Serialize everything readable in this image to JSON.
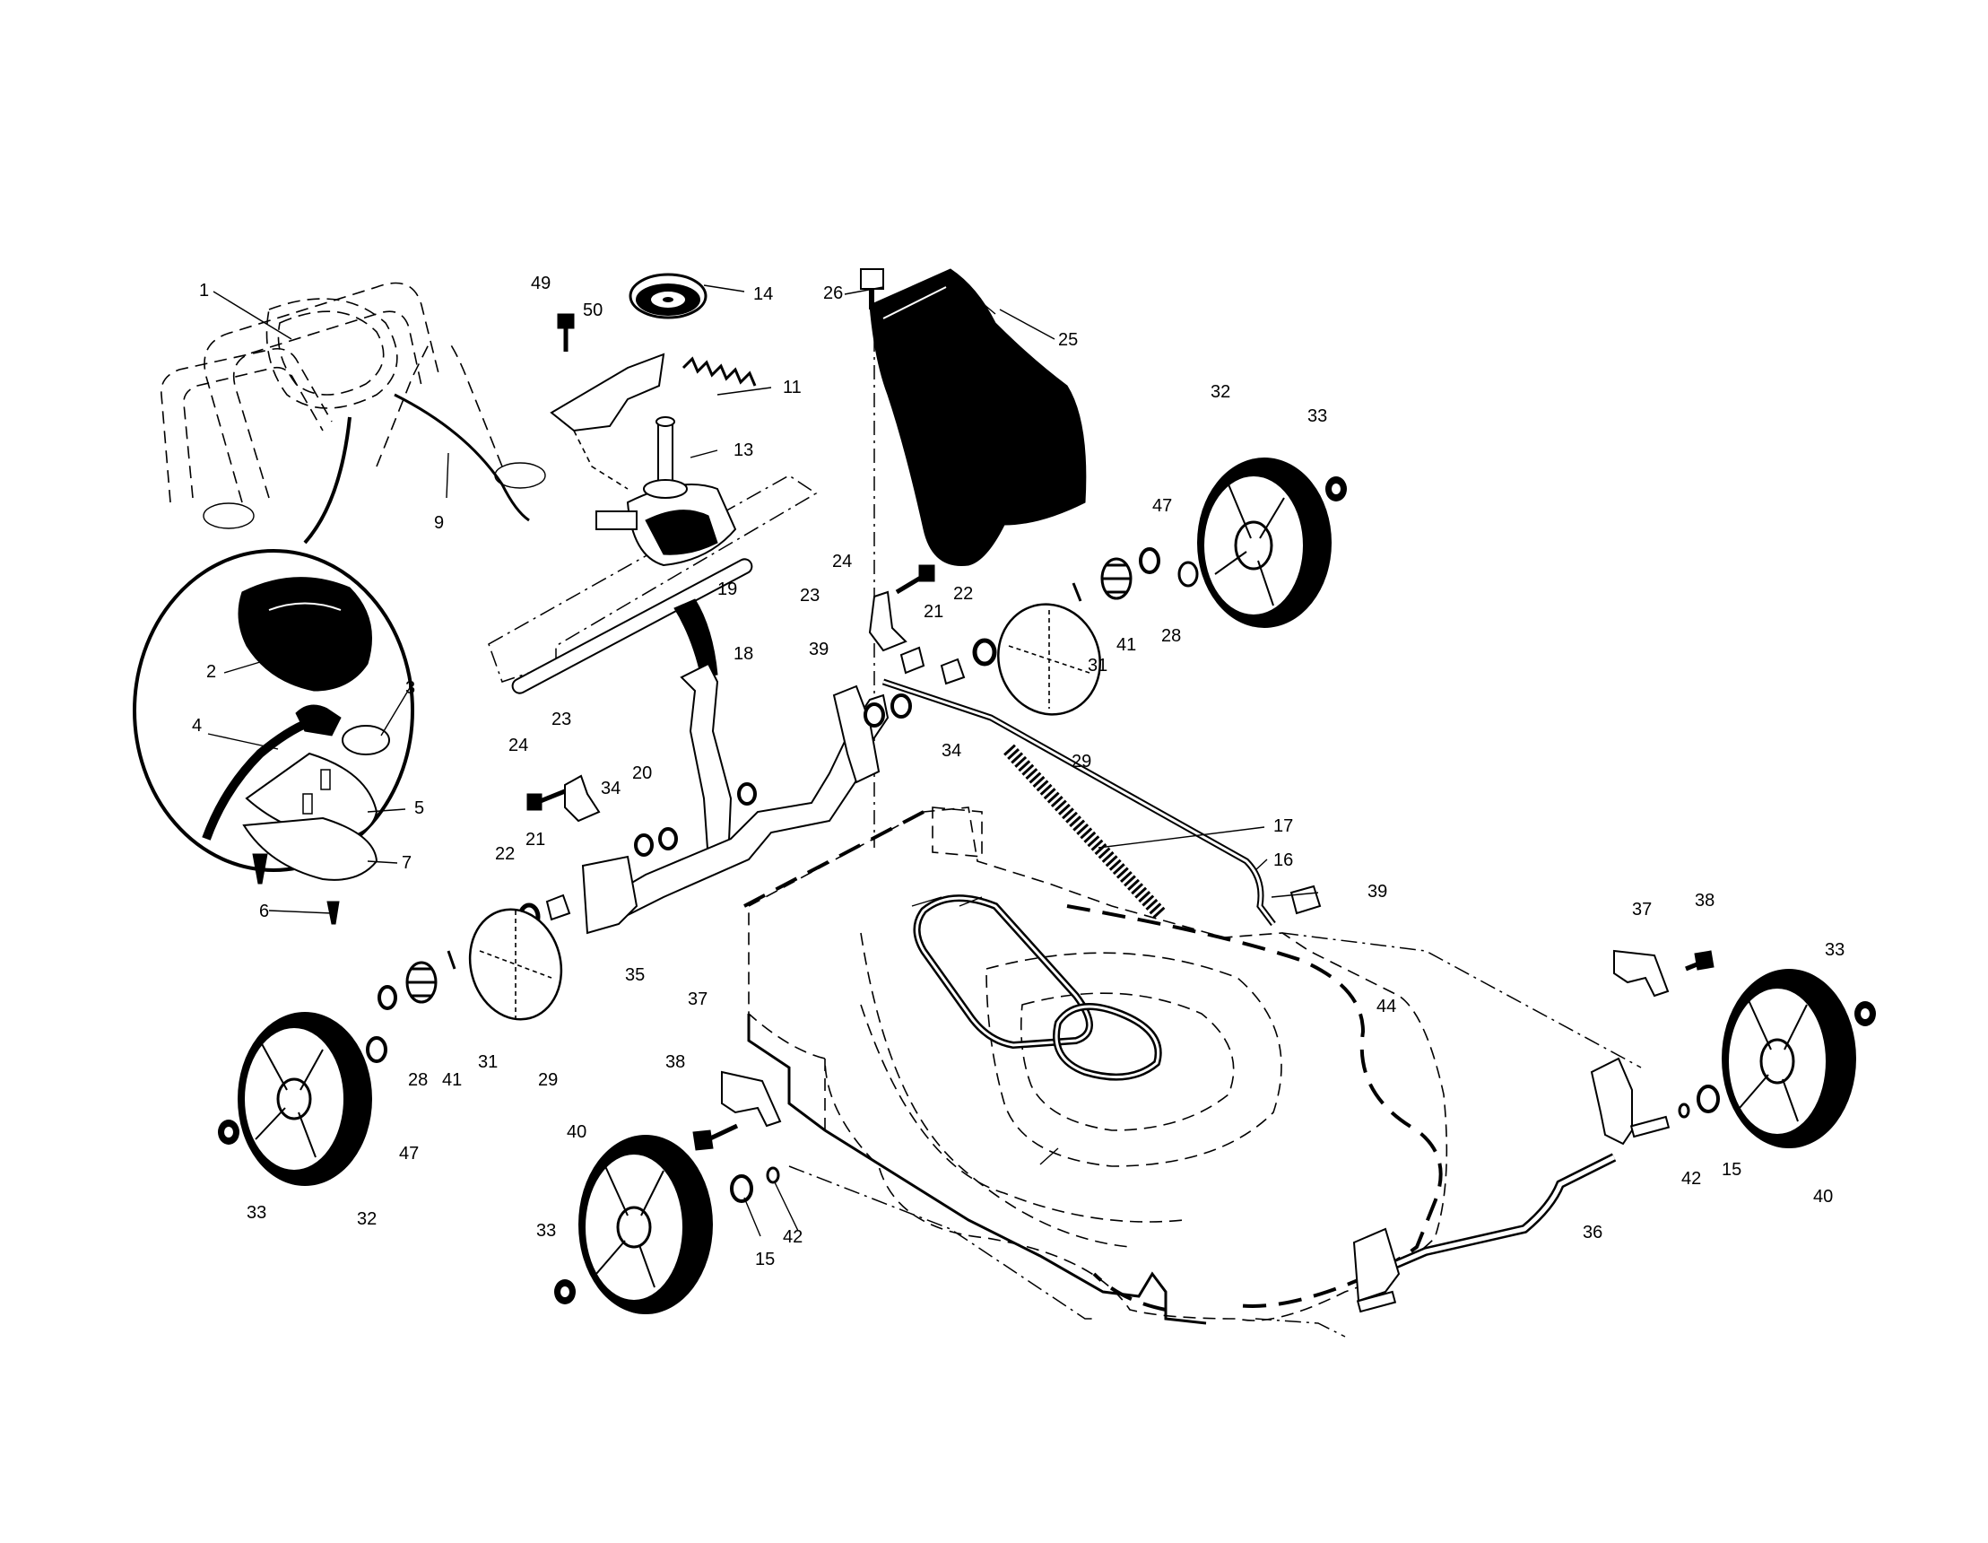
{
  "diagram": {
    "callouts": [
      {
        "id": "c1",
        "text": "1"
      },
      {
        "id": "c2",
        "text": "2"
      },
      {
        "id": "c3",
        "text": "3"
      },
      {
        "id": "c4",
        "text": "4"
      },
      {
        "id": "c5",
        "text": "5"
      },
      {
        "id": "c6",
        "text": "6"
      },
      {
        "id": "c7",
        "text": "7"
      },
      {
        "id": "c9",
        "text": "9"
      },
      {
        "id": "c11",
        "text": "11"
      },
      {
        "id": "c13",
        "text": "13"
      },
      {
        "id": "c14",
        "text": "14"
      },
      {
        "id": "c15a",
        "text": "15"
      },
      {
        "id": "c15b",
        "text": "15"
      },
      {
        "id": "c16",
        "text": "16"
      },
      {
        "id": "c17",
        "text": "17"
      },
      {
        "id": "c18",
        "text": "18"
      },
      {
        "id": "c19",
        "text": "19"
      },
      {
        "id": "c20",
        "text": "20"
      },
      {
        "id": "c21a",
        "text": "21"
      },
      {
        "id": "c21b",
        "text": "21"
      },
      {
        "id": "c22a",
        "text": "22"
      },
      {
        "id": "c22b",
        "text": "22"
      },
      {
        "id": "c23a",
        "text": "23"
      },
      {
        "id": "c23b",
        "text": "23"
      },
      {
        "id": "c24a",
        "text": "24"
      },
      {
        "id": "c24b",
        "text": "24"
      },
      {
        "id": "c25",
        "text": "25"
      },
      {
        "id": "c26",
        "text": "26"
      },
      {
        "id": "c28a",
        "text": "28"
      },
      {
        "id": "c28b",
        "text": "28"
      },
      {
        "id": "c29a",
        "text": "29"
      },
      {
        "id": "c29b",
        "text": "29"
      },
      {
        "id": "c31a",
        "text": "31"
      },
      {
        "id": "c31b",
        "text": "31"
      },
      {
        "id": "c32a",
        "text": "32"
      },
      {
        "id": "c32b",
        "text": "32"
      },
      {
        "id": "c33a",
        "text": "33"
      },
      {
        "id": "c33b",
        "text": "33"
      },
      {
        "id": "c33c",
        "text": "33"
      },
      {
        "id": "c33d",
        "text": "33"
      },
      {
        "id": "c34a",
        "text": "34"
      },
      {
        "id": "c34b",
        "text": "34"
      },
      {
        "id": "c35",
        "text": "35"
      },
      {
        "id": "c36",
        "text": "36"
      },
      {
        "id": "c37a",
        "text": "37"
      },
      {
        "id": "c37b",
        "text": "37"
      },
      {
        "id": "c38a",
        "text": "38"
      },
      {
        "id": "c38b",
        "text": "38"
      },
      {
        "id": "c39a",
        "text": "39"
      },
      {
        "id": "c39b",
        "text": "39"
      },
      {
        "id": "c40a",
        "text": "40"
      },
      {
        "id": "c40b",
        "text": "40"
      },
      {
        "id": "c41a",
        "text": "41"
      },
      {
        "id": "c41b",
        "text": "41"
      },
      {
        "id": "c42a",
        "text": "42"
      },
      {
        "id": "c42b",
        "text": "42"
      },
      {
        "id": "c44",
        "text": "44"
      },
      {
        "id": "c47a",
        "text": "47"
      },
      {
        "id": "c47b",
        "text": "47"
      },
      {
        "id": "c49",
        "text": "49"
      },
      {
        "id": "c50",
        "text": "50"
      }
    ]
  }
}
